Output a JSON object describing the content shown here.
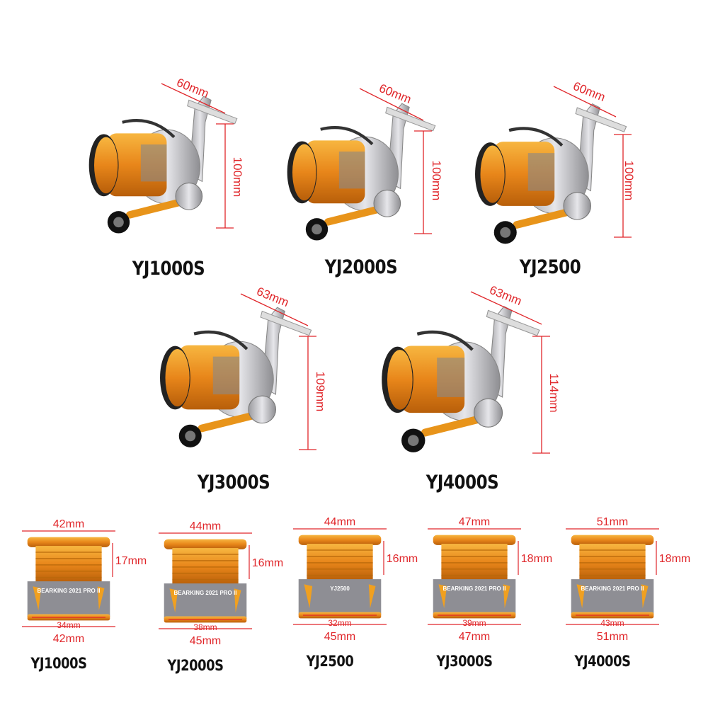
{
  "colors": {
    "dimension": "#e0262a",
    "spool": "#e8941a",
    "body": "#c8c8cc"
  },
  "reels": [
    {
      "model": "YJ1000S",
      "width": "60mm",
      "height": "100mm"
    },
    {
      "model": "YJ2000S",
      "width": "60mm",
      "height": "100mm"
    },
    {
      "model": "YJ2500",
      "width": "60mm",
      "height": "100mm"
    },
    {
      "model": "YJ3000S",
      "width": "63mm",
      "height": "109mm"
    },
    {
      "model": "YJ4000S",
      "width": "63mm",
      "height": "114mm"
    }
  ],
  "spools": [
    {
      "model": "YJ1000S",
      "top": "42mm",
      "height": "17mm",
      "inner": "34mm",
      "bottom": "42mm",
      "badge": "BEARKING 2021 PRO II"
    },
    {
      "model": "YJ2000S",
      "top": "44mm",
      "height": "16mm",
      "inner": "38mm",
      "bottom": "45mm",
      "badge": "BEARKING 2021 PRO II"
    },
    {
      "model": "YJ2500",
      "top": "44mm",
      "height": "16mm",
      "inner": "32mm",
      "bottom": "45mm",
      "badge": "YJ2500"
    },
    {
      "model": "YJ3000S",
      "top": "47mm",
      "height": "18mm",
      "inner": "39mm",
      "bottom": "47mm",
      "badge": "BEARKING 2021 PRO II"
    },
    {
      "model": "YJ4000S",
      "top": "51mm",
      "height": "18mm",
      "inner": "43mm",
      "bottom": "51mm",
      "badge": "BEARKING 2021 PRO II"
    }
  ]
}
